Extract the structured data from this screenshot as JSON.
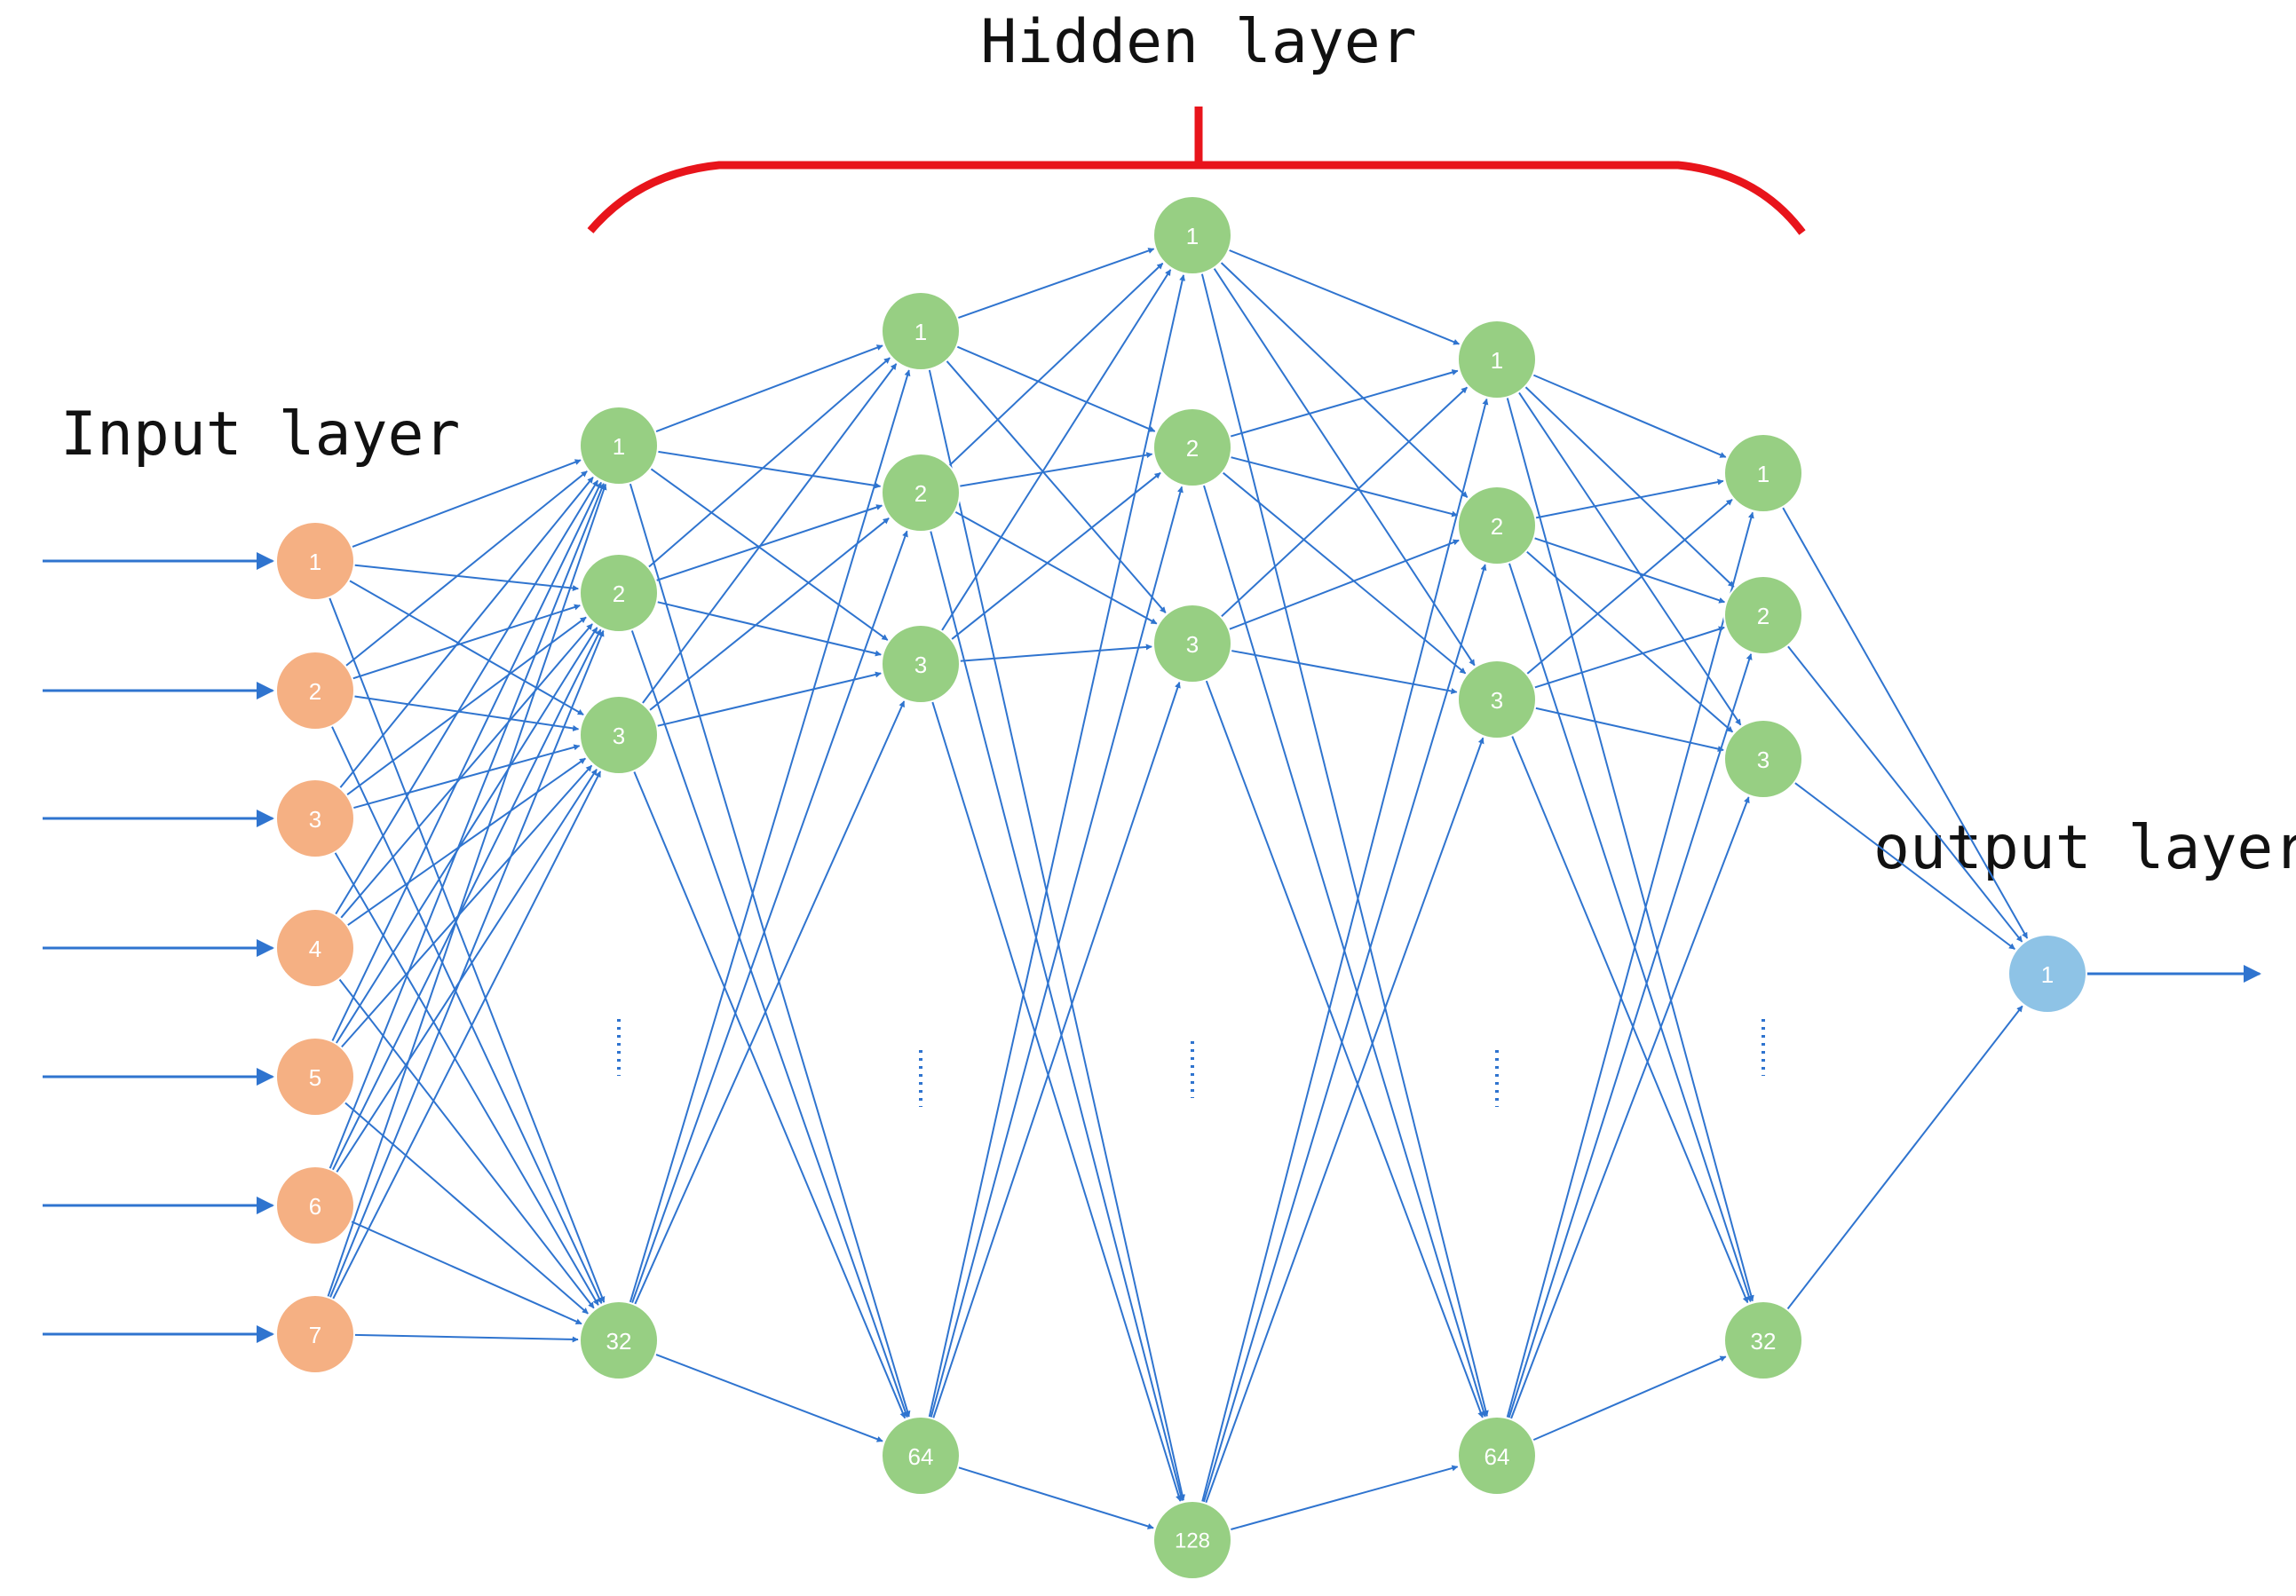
{
  "labels": {
    "hidden": "Hidden layer",
    "input": "Input layer",
    "output": "output layer"
  },
  "layers": [
    {
      "id": "input",
      "color": "#F5B083",
      "nodes": [
        "1",
        "2",
        "3",
        "4",
        "5",
        "6",
        "7"
      ],
      "ellipsis": false
    },
    {
      "id": "h1",
      "color": "#97CF83",
      "nodes": [
        "1",
        "2",
        "3",
        "32"
      ],
      "ellipsis": true
    },
    {
      "id": "h2",
      "color": "#97CF83",
      "nodes": [
        "1",
        "2",
        "3",
        "64"
      ],
      "ellipsis": true
    },
    {
      "id": "h3",
      "color": "#97CF83",
      "nodes": [
        "1",
        "2",
        "3",
        "128"
      ],
      "ellipsis": true
    },
    {
      "id": "h4",
      "color": "#97CF83",
      "nodes": [
        "1",
        "2",
        "3",
        "64"
      ],
      "ellipsis": true
    },
    {
      "id": "h5",
      "color": "#97CF83",
      "nodes": [
        "1",
        "2",
        "3",
        "32"
      ],
      "ellipsis": true
    },
    {
      "id": "output",
      "color": "#8EC3E6",
      "nodes": [
        "1"
      ],
      "ellipsis": false
    }
  ],
  "colors": {
    "edge": "#2F74CF",
    "bracket": "#E8141B",
    "ellipsis": "#2F74CF"
  }
}
